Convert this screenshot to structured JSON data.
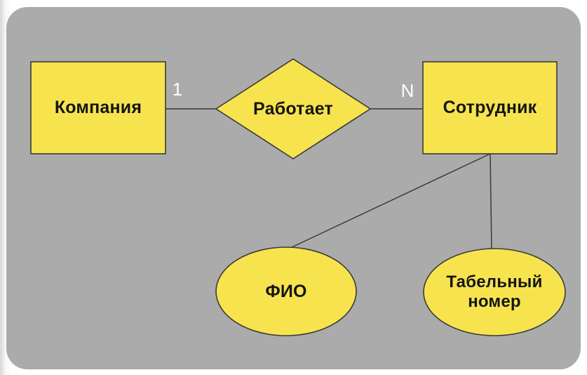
{
  "colors": {
    "board_bg": "#ABABAB",
    "node_fill": "#F7E34E",
    "node_stroke": "#3B3B3B",
    "connector": "#3B3B3B",
    "label_text": "#151515",
    "cardinality_text": "#FFFFFF"
  },
  "diagram": {
    "entities": [
      {
        "label": "Компания"
      },
      {
        "label": "Сотрудник"
      }
    ],
    "relationship": {
      "label": "Работает",
      "left_cardinality": "1",
      "right_cardinality": "N"
    },
    "attributes": [
      {
        "label": "ФИО"
      },
      {
        "label": "Табельный номер"
      }
    ]
  }
}
